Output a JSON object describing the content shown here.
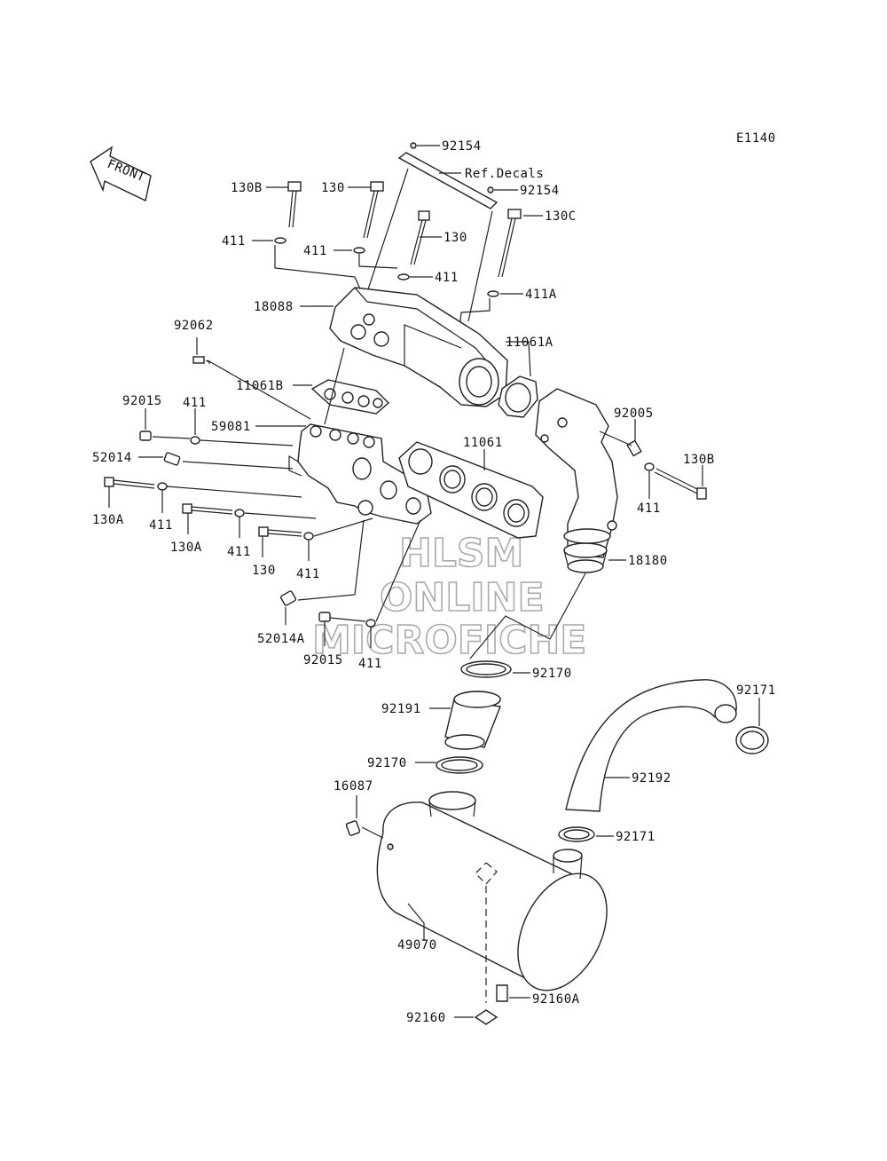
{
  "diagram": {
    "code": "E1140",
    "front_label": "FRONT",
    "ref_decals": "Ref.Decals",
    "watermark": [
      "HLSM",
      "ONLINE",
      "MICROFICHE"
    ],
    "labels": {
      "l_92154_a": "92154",
      "l_92154_b": "92154",
      "l_130b_top": "130B",
      "l_130_top": "130",
      "l_130c": "130C",
      "l_130_mid": "130",
      "l_411_a": "411",
      "l_411_b": "411",
      "l_411_c": "411",
      "l_411a": "411A",
      "l_18088": "18088",
      "l_92062": "92062",
      "l_11061a": "11061A",
      "l_11061b": "11061B",
      "l_92015_a": "92015",
      "l_411_d": "411",
      "l_59081": "59081",
      "l_92005": "92005",
      "l_11061": "11061",
      "l_52014": "52014",
      "l_130b_right": "130B",
      "l_130a_a": "130A",
      "l_411_e": "411",
      "l_130a_b": "130A",
      "l_411_f": "411",
      "l_411_right": "411",
      "l_130_low": "130",
      "l_411_g": "411",
      "l_18180": "18180",
      "l_52014a": "52014A",
      "l_92015_b": "92015",
      "l_411_h": "411",
      "l_92170_a": "92170",
      "l_92171_a": "92171",
      "l_92191": "92191",
      "l_92170_b": "92170",
      "l_92192": "92192",
      "l_16087": "16087",
      "l_92171_b": "92171",
      "l_49070": "49070",
      "l_92160a": "92160A",
      "l_92160": "92160"
    }
  }
}
